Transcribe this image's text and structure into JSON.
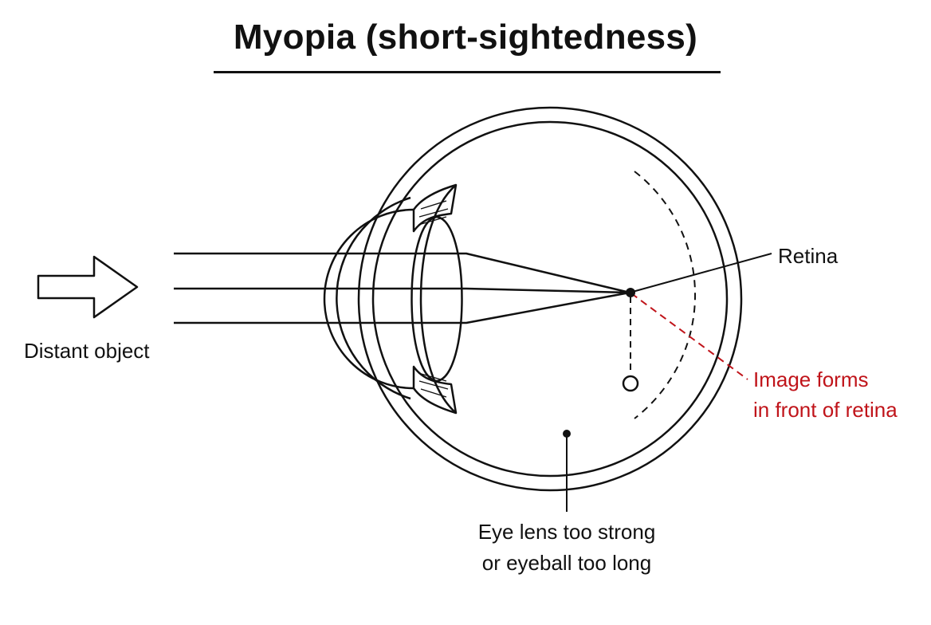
{
  "title": "Myopia (short-sightedness)",
  "labels": {
    "distant_object": "Distant object",
    "retina": "Retina",
    "image_forms_line1": "Image forms",
    "image_forms_line2": "in front of retina",
    "cause_line1": "Eye lens too strong",
    "cause_line2": "or eyeball too long"
  },
  "colors": {
    "ink": "#111111",
    "highlight": "#c0141a",
    "background": "#ffffff"
  }
}
